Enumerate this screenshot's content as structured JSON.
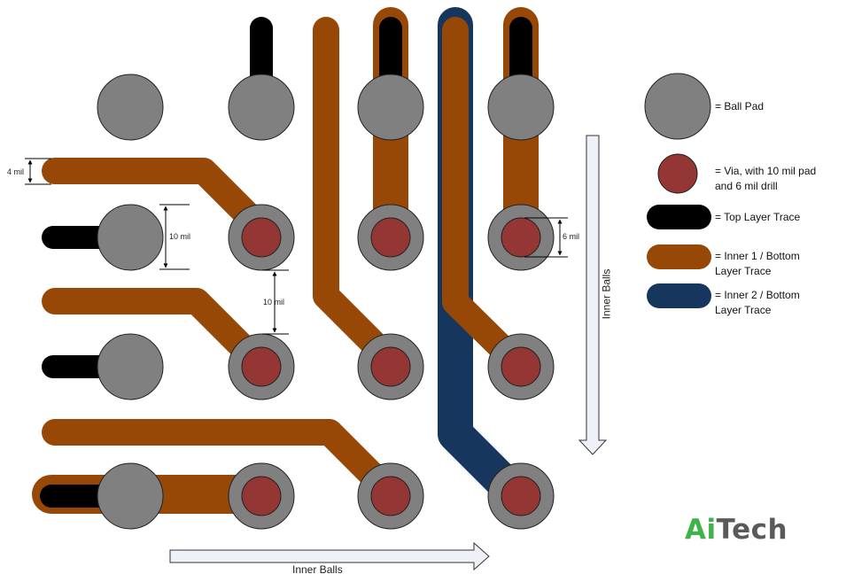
{
  "diagram": {
    "dimensions": {
      "trace_width": "4 mil",
      "pad_diameter": "10 mil",
      "pad_spacing": "10 mil",
      "drill": "6 mil"
    },
    "axis_labels": {
      "horizontal": "Inner Balls",
      "vertical": "Inner Balls"
    },
    "legend": {
      "ball_pad": "= Ball Pad",
      "via_line1": "= Via, with 10 mil pad",
      "via_line2": "and 6 mil drill",
      "top_layer": "= Top Layer Trace",
      "inner1_line1": "= Inner 1 / Bottom",
      "inner1_line2": "Layer Trace",
      "inner2_line1": "= Inner 2 / Bottom",
      "inner2_line2": "Layer Trace"
    },
    "colors": {
      "ball_pad": "#808080",
      "via_fill": "#943634",
      "top_trace": "#000000",
      "inner1_trace": "#984806",
      "inner2_trace": "#17365d",
      "arrow_fill": "#eef2f8"
    }
  },
  "brand": {
    "part1": "Ai",
    "part2": "Tech"
  }
}
